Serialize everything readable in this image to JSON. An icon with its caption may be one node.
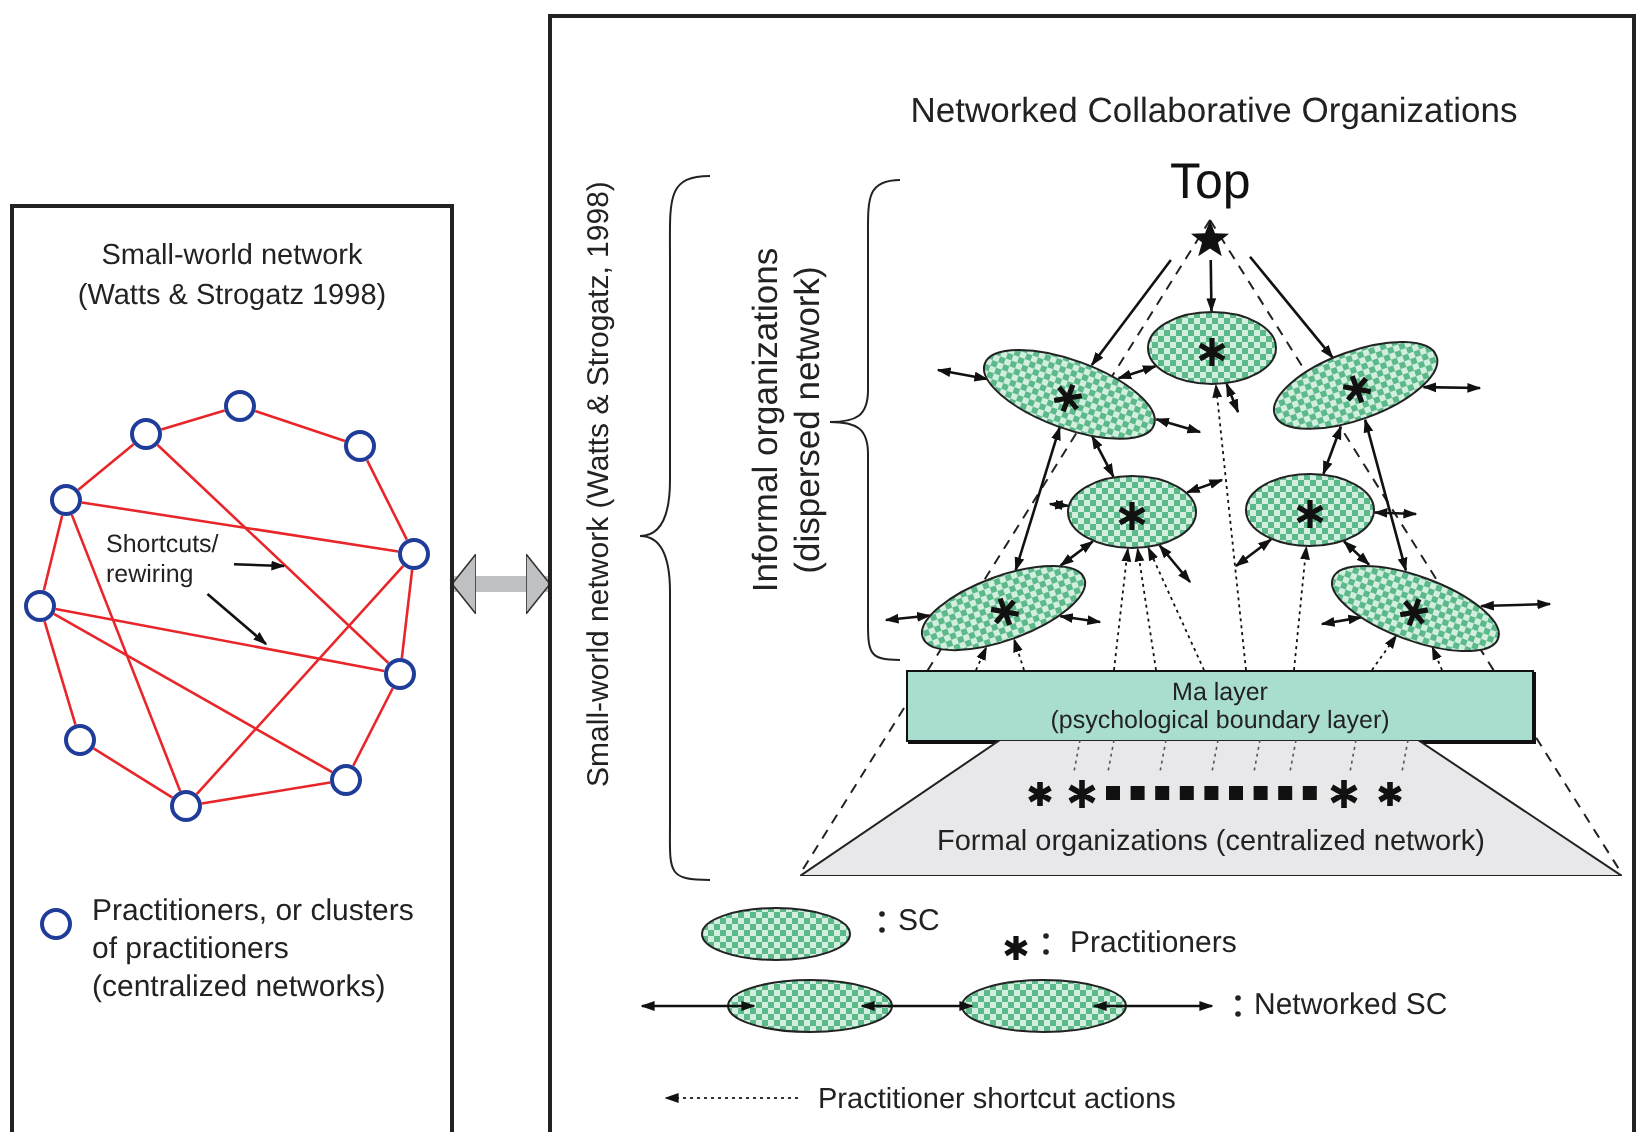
{
  "diagram": {
    "nodes": [
      {
        "text": [
          "Small-world network (Watts & Strogatz 1998)"
        ]
      },
      {
        "text": [],
        "shape": "circle",
        "in": 0
      },
      {
        "text": [],
        "shape": "circle",
        "in": 0
      },
      {
        "text": [],
        "shape": "circle",
        "in": 0
      },
      {
        "text": [],
        "shape": "circle",
        "in": 0
      },
      {
        "text": [],
        "shape": "circle",
        "in": 0
      },
      {
        "text": [],
        "shape": "circle",
        "in": 0
      },
      {
        "text": [],
        "shape": "circle",
        "in": 0
      },
      {
        "text": [],
        "shape": "circle",
        "in": 0
      },
      {
        "text": [],
        "shape": "circle",
        "in": 0
      },
      {
        "text": [],
        "shape": "circle",
        "in": 0
      },
      {
        "text": [
          "Shortcuts/ rewiring"
        ],
        "in": 0
      },
      {
        "text": [
          "Networked Collaborative Organizations"
        ]
      },
      {
        "text": [
          "Top"
        ],
        "in": 12
      },
      {
        "text": [],
        "shape": "ellipse",
        "in": 12
      },
      {
        "text": [],
        "shape": "ellipse",
        "in": 12
      },
      {
        "text": [],
        "shape": "ellipse",
        "in": 12
      },
      {
        "text": [],
        "shape": "ellipse",
        "in": 12
      },
      {
        "text": [],
        "shape": "ellipse",
        "in": 12
      },
      {
        "text": [],
        "shape": "ellipse",
        "in": 12
      },
      {
        "text": [],
        "shape": "ellipse",
        "in": 12
      },
      {
        "text": [
          "Ma layer",
          "(psychological boundary layer)"
        ],
        "in": 12
      },
      {
        "text": [
          "Formal organizations (centralized network)"
        ],
        "in": 12
      }
    ],
    "edges": [
      {
        "from": 1,
        "to": 2,
        "arrow": "none",
        "color": "#e8262a"
      },
      {
        "from": 1,
        "to": 3,
        "arrow": "none",
        "color": "#e8262a"
      },
      {
        "from": 2,
        "to": 4,
        "arrow": "none",
        "color": "#e8262a"
      },
      {
        "from": 3,
        "to": 5,
        "arrow": "none",
        "color": "#e8262a"
      },
      {
        "from": 4,
        "to": 6,
        "arrow": "none",
        "color": "#e8262a"
      },
      {
        "from": 5,
        "to": 7,
        "arrow": "none",
        "color": "#e8262a"
      },
      {
        "from": 6,
        "to": 8,
        "arrow": "none",
        "color": "#e8262a"
      },
      {
        "from": 7,
        "to": 9,
        "arrow": "none",
        "color": "#e8262a"
      },
      {
        "from": 8,
        "to": 10,
        "arrow": "none",
        "color": "#e8262a"
      },
      {
        "from": 10,
        "to": 9,
        "arrow": "none",
        "color": "#e8262a"
      },
      {
        "from": 2,
        "to": 7,
        "arrow": "none",
        "color": "#e8262a"
      },
      {
        "from": 4,
        "to": 5,
        "arrow": "none",
        "color": "#e8262a"
      },
      {
        "from": 4,
        "to": 10,
        "arrow": "none",
        "color": "#e8262a"
      },
      {
        "from": 6,
        "to": 7,
        "arrow": "none",
        "color": "#e8262a"
      },
      {
        "from": 6,
        "to": 9,
        "arrow": "none",
        "color": "#e8262a"
      },
      {
        "from": 10,
        "to": 5,
        "arrow": "none",
        "color": "#e8262a"
      },
      {
        "from": 11,
        "to": null,
        "arrow": "to"
      },
      {
        "from": 11,
        "to": null,
        "arrow": "to"
      },
      {
        "from": 0,
        "to": 12,
        "arrow": "both",
        "style": "thick",
        "color": "#bfc0c2"
      },
      {
        "from": 13,
        "to": 14,
        "arrow": "to"
      },
      {
        "from": 13,
        "to": 15,
        "arrow": "to"
      },
      {
        "from": 13,
        "to": 16,
        "arrow": "to"
      },
      {
        "from": 14,
        "to": 15,
        "arrow": "both"
      },
      {
        "from": 15,
        "to": 17,
        "arrow": "both"
      },
      {
        "from": 15,
        "to": 19,
        "arrow": "both"
      },
      {
        "from": 16,
        "to": 18,
        "arrow": "both"
      },
      {
        "from": 16,
        "to": 20,
        "arrow": "both"
      },
      {
        "from": 17,
        "to": 19,
        "arrow": "both"
      },
      {
        "from": 18,
        "to": 20,
        "arrow": "both"
      },
      {
        "from": 14,
        "to": null,
        "arrow": "both"
      },
      {
        "from": 15,
        "to": null,
        "arrow": "both"
      },
      {
        "from": 15,
        "to": null,
        "arrow": "both"
      },
      {
        "from": 16,
        "to": null,
        "arrow": "both"
      },
      {
        "from": 17,
        "to": null,
        "arrow": "both"
      },
      {
        "from": 17,
        "to": null,
        "arrow": "both"
      },
      {
        "from": 17,
        "to": null,
        "arrow": "both"
      },
      {
        "from": 18,
        "to": null,
        "arrow": "both"
      },
      {
        "from": 18,
        "to": null,
        "arrow": "both"
      },
      {
        "from": 19,
        "to": null,
        "arrow": "both"
      },
      {
        "from": 19,
        "to": null,
        "arrow": "both"
      },
      {
        "from": 20,
        "to": null,
        "arrow": "both"
      },
      {
        "from": 20,
        "to": null,
        "arrow": "both"
      },
      {
        "from": 21,
        "to": 19,
        "arrow": "to",
        "style": "dashed"
      },
      {
        "from": 21,
        "to": 19,
        "arrow": "to",
        "style": "dashed"
      },
      {
        "from": 21,
        "to": 17,
        "arrow": "to",
        "style": "dashed"
      },
      {
        "from": 21,
        "to": 17,
        "arrow": "to",
        "style": "dashed"
      },
      {
        "from": 21,
        "to": 17,
        "arrow": "to",
        "style": "dashed"
      },
      {
        "from": 21,
        "to": 14,
        "arrow": "to",
        "style": "dashed"
      },
      {
        "from": 21,
        "to": 18,
        "arrow": "to",
        "style": "dashed"
      },
      {
        "from": 21,
        "to": 20,
        "arrow": "to",
        "style": "dashed"
      },
      {
        "from": 21,
        "to": 20,
        "arrow": "to",
        "style": "dashed"
      }
    ],
    "labels": [
      "Small-world network (Watts & Strogatz, 1998)",
      "Informal organizations (dispersed network)"
    ],
    "legend": [
      {
        "text": "Practitioners, or clusters of practitioners (centralized networks)"
      },
      {
        "text": "SC"
      },
      {
        "text": "Practitioners"
      },
      {
        "text": "Networked SC"
      },
      {
        "text": "Practitioner shortcut actions"
      }
    ]
  }
}
